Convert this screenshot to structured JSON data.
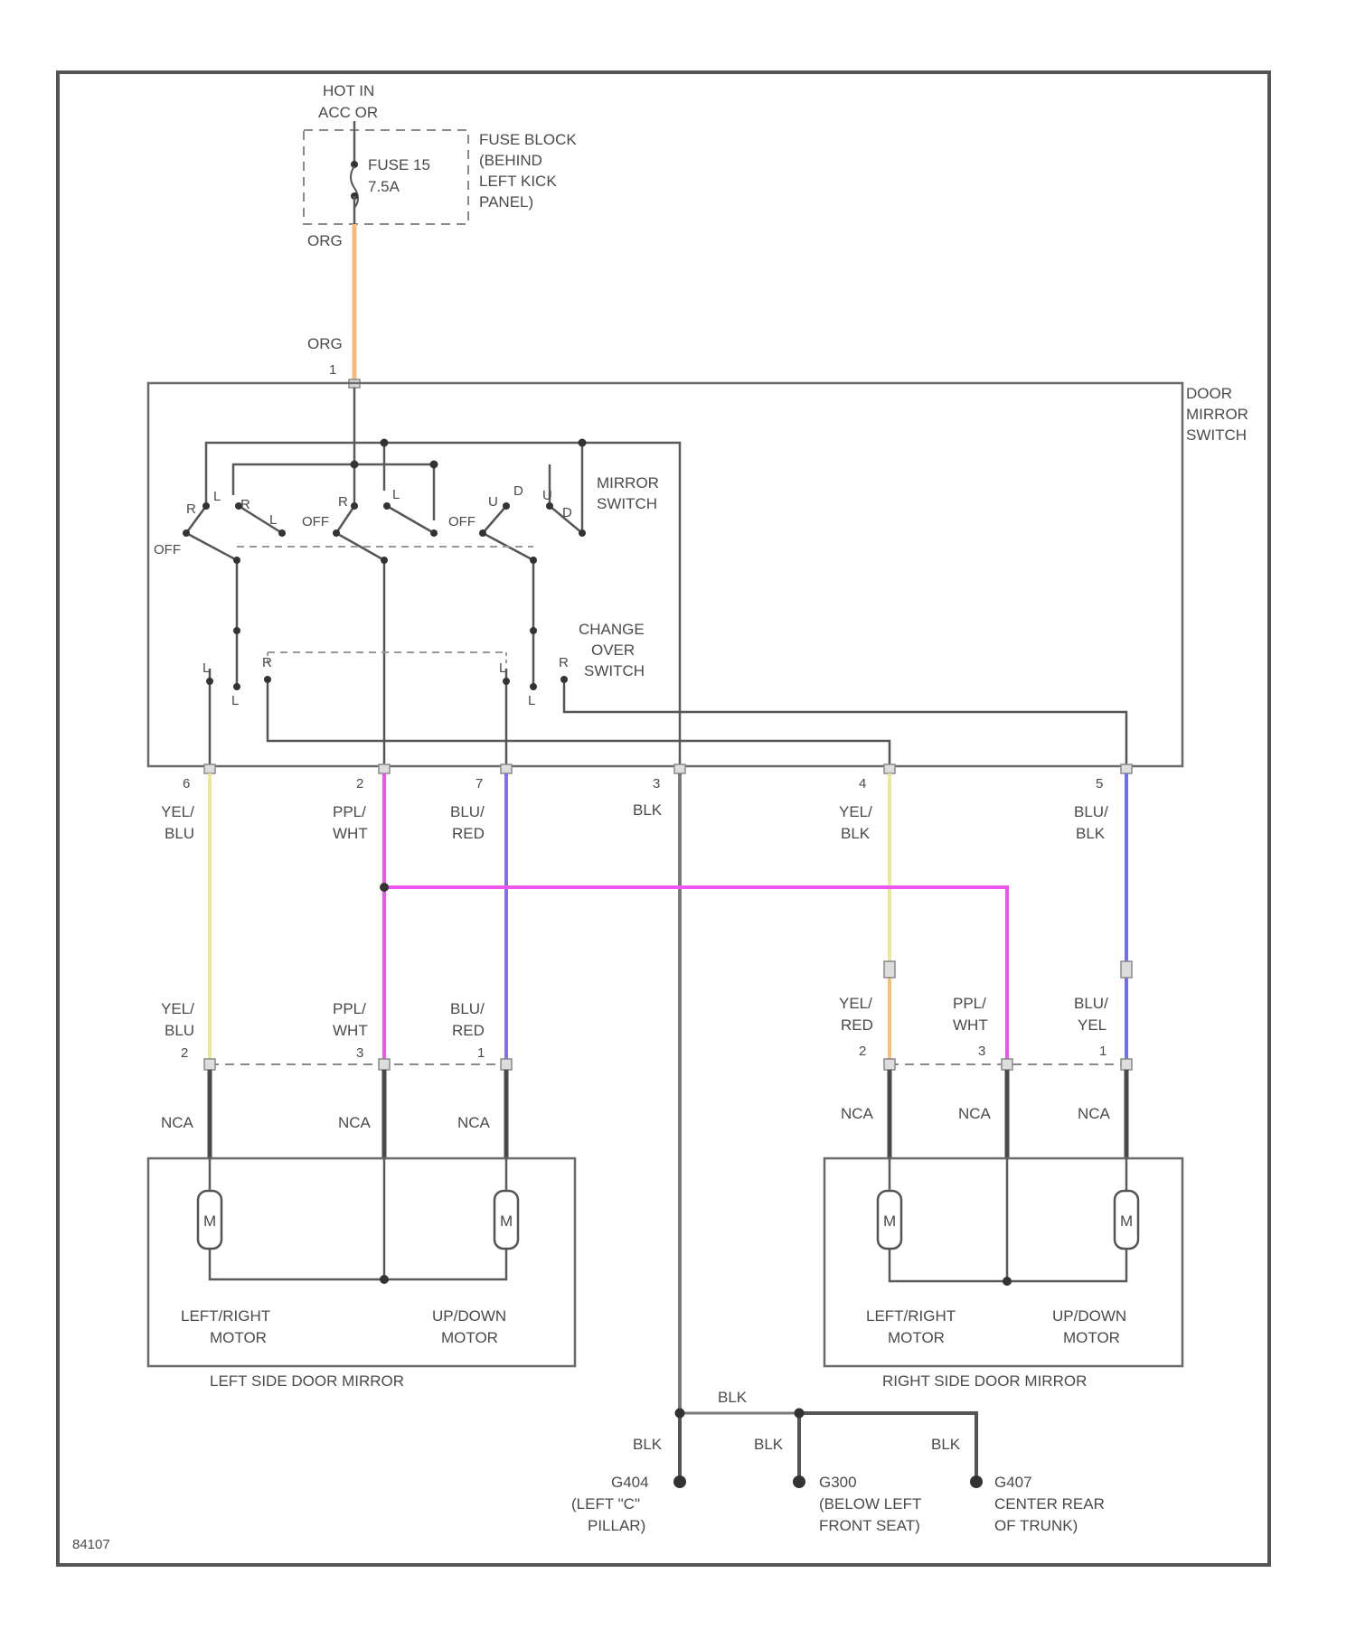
{
  "supply": {
    "line1": "HOT IN",
    "line2": "ACC OR"
  },
  "fuse": {
    "name": "FUSE 15",
    "rating": "7.5A"
  },
  "fuse_block": {
    "line1": "FUSE BLOCK",
    "line2": "(BEHIND",
    "line3": "LEFT KICK",
    "line4": "PANEL)"
  },
  "door_mirror_switch": {
    "line1": "DOOR",
    "line2": "MIRROR",
    "line3": "SWITCH"
  },
  "mirror_switch": {
    "line1": "MIRROR",
    "line2": "SWITCH"
  },
  "change_over_switch": {
    "line1": "CHANGE",
    "line2": "OVER",
    "line3": "SWITCH"
  },
  "switch_positions": {
    "off": "OFF",
    "r": "R",
    "l": "L",
    "u": "U",
    "d": "D"
  },
  "wire_colors": {
    "org": "ORG",
    "yel_blu": [
      "YEL/",
      "BLU"
    ],
    "ppl_wht": [
      "PPL/",
      "WHT"
    ],
    "blu_red": [
      "BLU/",
      "RED"
    ],
    "blk": "BLK",
    "yel_blk": [
      "YEL/",
      "BLK"
    ],
    "blu_blk": [
      "BLU/",
      "BLK"
    ],
    "yel_red": [
      "YEL/",
      "RED"
    ],
    "blu_yel": [
      "BLU/",
      "YEL"
    ],
    "nca": "NCA"
  },
  "pins": {
    "switch": [
      "1",
      "6",
      "2",
      "7",
      "3",
      "4",
      "5"
    ],
    "left_mirror": [
      "2",
      "3",
      "1"
    ],
    "right_mirror": [
      "2",
      "3",
      "1"
    ]
  },
  "motor_symbol": "M",
  "left_mirror": {
    "title": "LEFT SIDE DOOR MIRROR",
    "lr_motor": [
      "LEFT/RIGHT",
      "MOTOR"
    ],
    "ud_motor": [
      "UP/DOWN",
      "MOTOR"
    ]
  },
  "right_mirror": {
    "title": "RIGHT SIDE DOOR MIRROR",
    "lr_motor": [
      "LEFT/RIGHT",
      "MOTOR"
    ],
    "ud_motor": [
      "UP/DOWN",
      "MOTOR"
    ]
  },
  "grounds": [
    {
      "code": "G404",
      "line2": "(LEFT \"C\"",
      "line3": "PILLAR)"
    },
    {
      "code": "G300",
      "line2": "(BELOW LEFT",
      "line3": "FRONT SEAT)"
    },
    {
      "code": "G407",
      "line2": "CENTER REAR",
      "line3": "OF TRUNK)"
    }
  ],
  "figure_id": "84107",
  "colors": {
    "org": "#f5b97a",
    "yel": "#e6e99b",
    "ppl": "#ee55ee",
    "blu_red": "#8a6ee8",
    "blu": "#6f6ff0",
    "blk": "#7a7a7a",
    "yel_red": "#f3c27a"
  }
}
